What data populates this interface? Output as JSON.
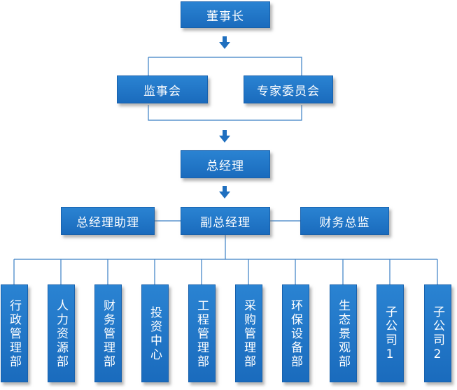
{
  "colors": {
    "node_fill": "#1f74c7",
    "node_border": "#1761ad",
    "node_text": "#ffffff",
    "connector": "#3a7fc4",
    "arrow": "#1f6fbf"
  },
  "nodes": {
    "chairman": "董事长",
    "supervisory_board": "监事会",
    "expert_committee": "专家委员会",
    "general_manager": "总经理",
    "gm_assistant": "总经理助理",
    "deputy_gm": "副总经理",
    "finance_director": "财务总监"
  },
  "departments": [
    "行政管理部",
    "人力资源部",
    "财务管理部",
    "投资中心",
    "工程管理部",
    "采购管理部",
    "环保设备部",
    "生态景观部",
    "子公司1",
    "子公司2"
  ]
}
